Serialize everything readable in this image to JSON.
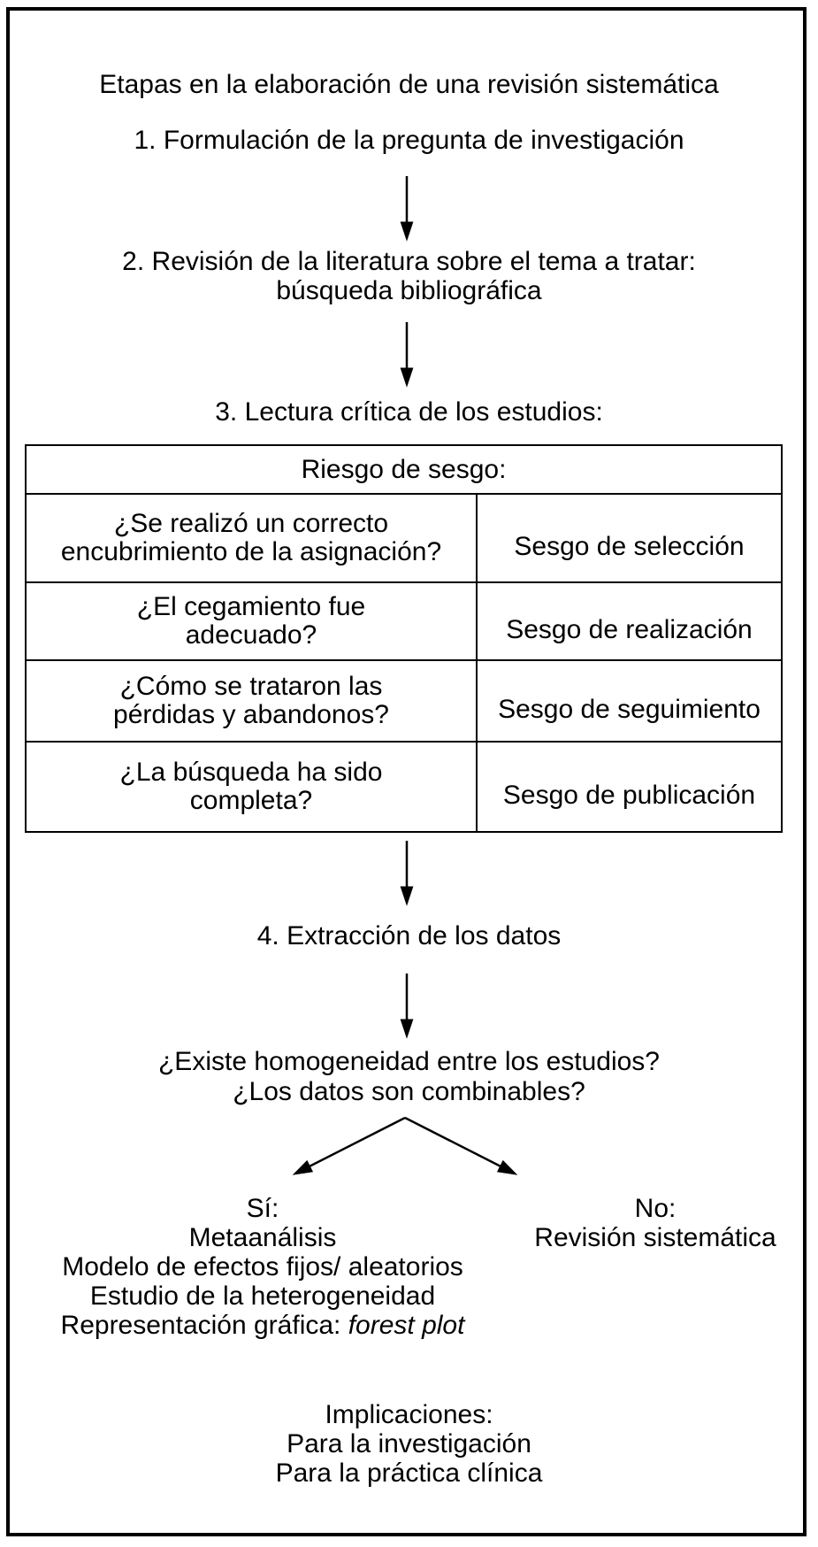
{
  "diagram": {
    "title": "Etapas en la elaboración de una revisión sistemática",
    "step1": "1. Formulación de la pregunta de investigación",
    "step2": {
      "line1": "2. Revisión de la literatura sobre el tema a tratar:",
      "line2": "búsqueda bibliográfica"
    },
    "step3": "3. Lectura crítica de los estudios:",
    "step4": "4. Extracción de los datos",
    "bias_table": {
      "header": "Riesgo de sesgo:",
      "rows": [
        {
          "q1": "¿Se realizó un correcto",
          "q2": "encubrimiento de la asignación?",
          "bias": "Sesgo de selección"
        },
        {
          "q1": "¿El cegamiento fue",
          "q2": "adecuado?",
          "bias": "Sesgo de realización"
        },
        {
          "q1": "¿Cómo se trataron las",
          "q2": "pérdidas y abandonos?",
          "bias": "Sesgo de seguimiento"
        },
        {
          "q1": "¿La búsqueda ha sido",
          "q2": "completa?",
          "bias": "Sesgo de publicación"
        }
      ]
    },
    "decision": {
      "question_line1": "¿Existe homogeneidad entre los estudios?",
      "question_line2": "¿Los datos son combinables?",
      "yes_branch": {
        "label": "Sí:",
        "line1": "Metaanálisis",
        "line2": "Modelo de efectos fijos/ aleatorios",
        "line3": "Estudio de la heterogeneidad",
        "line4_prefix": "Representación gráfica: ",
        "line4_italic": "forest plot"
      },
      "no_branch": {
        "label": "No:",
        "line1": "Revisión sistemática"
      }
    },
    "implications": {
      "header": "Implicaciones:",
      "line1": "Para la investigación",
      "line2": "Para la práctica clínica"
    }
  },
  "colors": {
    "text": "#000000",
    "background": "#ffffff",
    "border": "#000000"
  }
}
